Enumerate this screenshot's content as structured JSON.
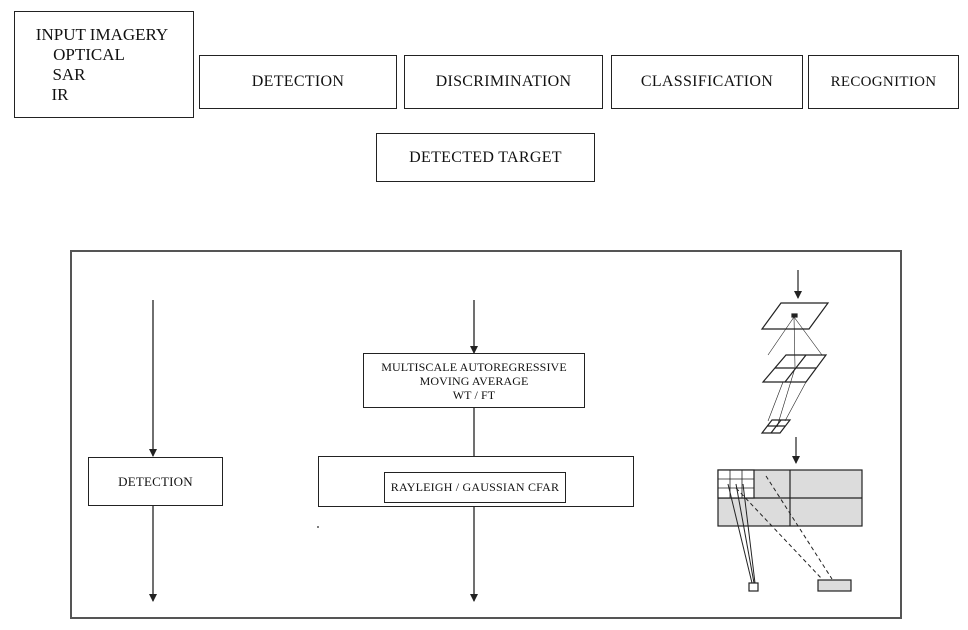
{
  "pipeline": {
    "input": {
      "lines": [
        "INPUT IMAGERY",
        "OPTICAL",
        "SAR",
        "IR"
      ]
    },
    "stages": [
      "DETECTION",
      "DISCRIMINATION",
      "CLASSIFICATION",
      "RECOGNITION"
    ],
    "output": "DETECTED TARGET"
  },
  "detail_panel": {
    "left": {
      "box_label": "DETECTION"
    },
    "middle": {
      "upper_box_lines": [
        "MULTISCALE AUTOREGRESSIVE",
        "MOVING AVERAGE",
        "WT / FT"
      ],
      "lower_box_label": "RAYLEIGH / GAUSSIAN CFAR"
    },
    "right": {
      "illustration": "multiresolution-pyramid-with-grid"
    }
  },
  "colors": {
    "line": "#222222",
    "grid_fill": "#dcdcdc",
    "panel_border": "#555555"
  }
}
